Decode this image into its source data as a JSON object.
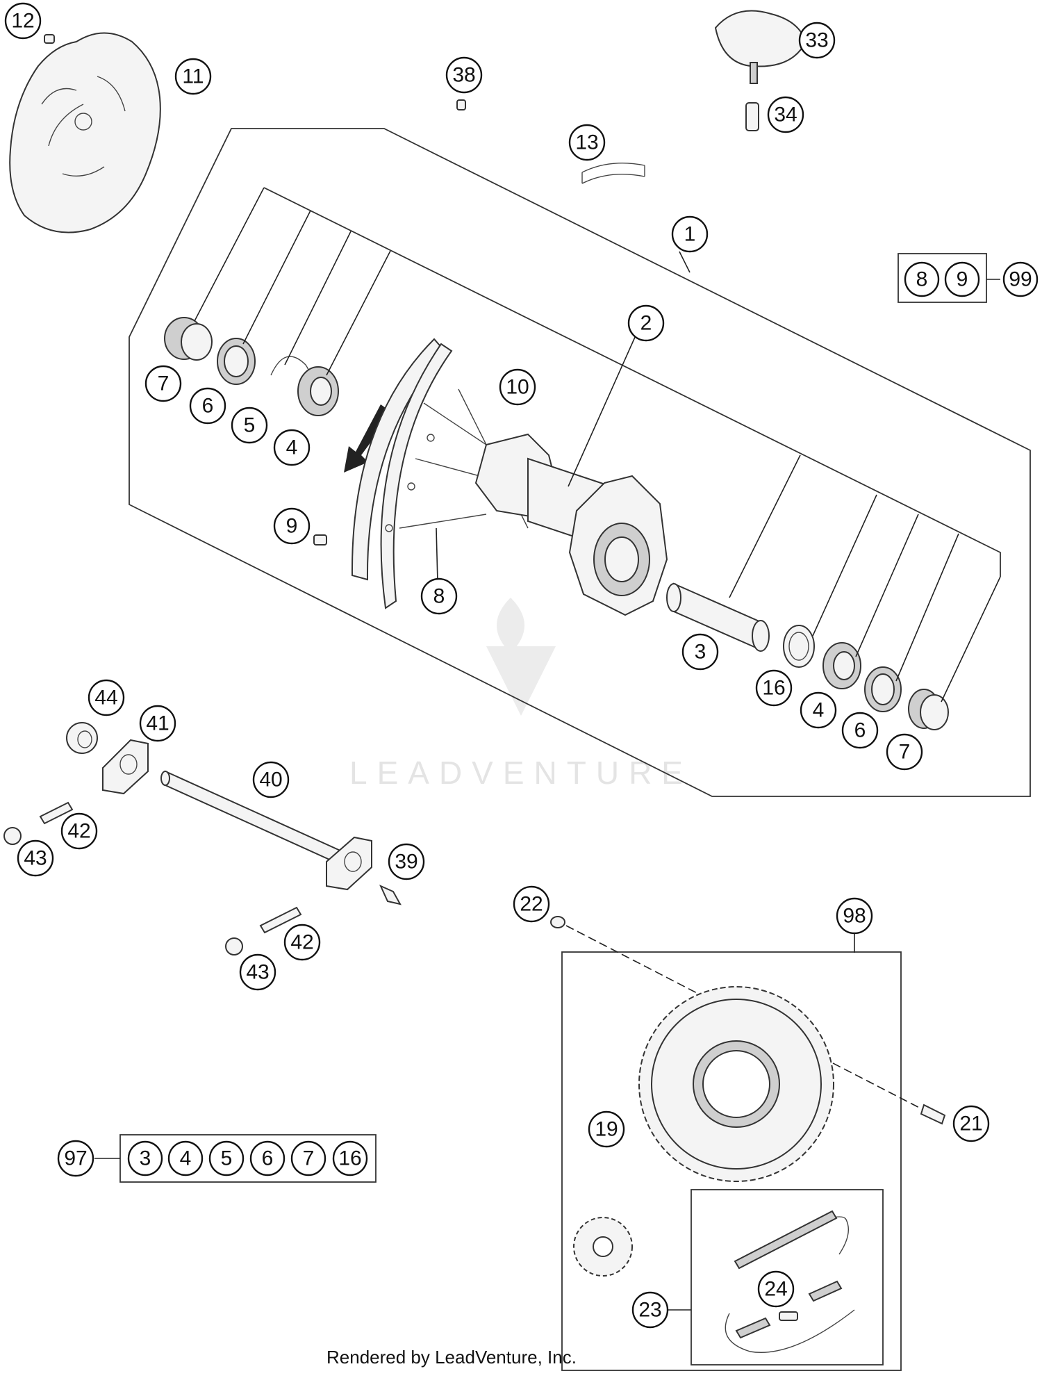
{
  "diagram": {
    "callouts": [
      {
        "id": "c12",
        "label": "12"
      },
      {
        "id": "c11",
        "label": "11"
      },
      {
        "id": "c38",
        "label": "38"
      },
      {
        "id": "c33",
        "label": "33"
      },
      {
        "id": "c34",
        "label": "34"
      },
      {
        "id": "c13",
        "label": "13"
      },
      {
        "id": "c1",
        "label": "1"
      },
      {
        "id": "c2",
        "label": "2"
      },
      {
        "id": "c10",
        "label": "10"
      },
      {
        "id": "c7a",
        "label": "7"
      },
      {
        "id": "c6a",
        "label": "6"
      },
      {
        "id": "c5",
        "label": "5"
      },
      {
        "id": "c4a",
        "label": "4"
      },
      {
        "id": "c9",
        "label": "9"
      },
      {
        "id": "c8",
        "label": "8"
      },
      {
        "id": "c3",
        "label": "3"
      },
      {
        "id": "c16",
        "label": "16"
      },
      {
        "id": "c4b",
        "label": "4"
      },
      {
        "id": "c6b",
        "label": "6"
      },
      {
        "id": "c7b",
        "label": "7"
      },
      {
        "id": "c44",
        "label": "44"
      },
      {
        "id": "c41",
        "label": "41"
      },
      {
        "id": "c40",
        "label": "40"
      },
      {
        "id": "c42a",
        "label": "42"
      },
      {
        "id": "c43a",
        "label": "43"
      },
      {
        "id": "c39",
        "label": "39"
      },
      {
        "id": "c42b",
        "label": "42"
      },
      {
        "id": "c43b",
        "label": "43"
      },
      {
        "id": "c22",
        "label": "22"
      },
      {
        "id": "c98",
        "label": "98"
      },
      {
        "id": "c21",
        "label": "21"
      },
      {
        "id": "c19",
        "label": "19"
      },
      {
        "id": "c24",
        "label": "24"
      },
      {
        "id": "c23",
        "label": "23"
      },
      {
        "id": "c97",
        "label": "97"
      }
    ],
    "kit_99": {
      "label": "99",
      "items": [
        "8",
        "9"
      ]
    },
    "kit_97": {
      "label": "97",
      "items": [
        "3",
        "4",
        "5",
        "6",
        "7",
        "16"
      ]
    }
  },
  "watermark": {
    "text": "LEADVENTURE"
  },
  "footer": {
    "text": "Rendered by LeadVenture, Inc."
  }
}
